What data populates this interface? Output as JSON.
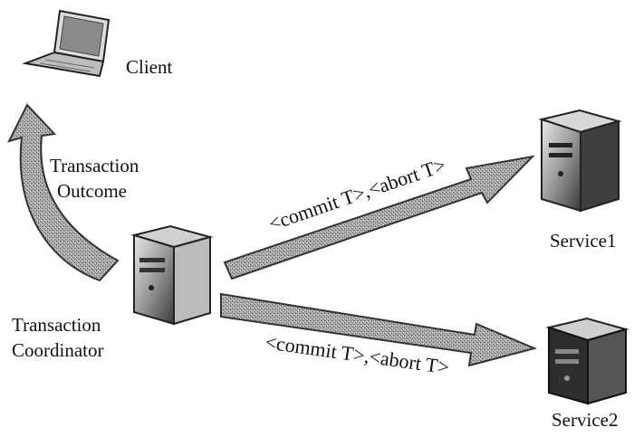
{
  "nodes": {
    "client": {
      "label": "Client",
      "icon": "laptop-icon"
    },
    "coordinator": {
      "label_line1": "Transaction",
      "label_line2": "Coordinator",
      "icon": "server-icon"
    },
    "service1": {
      "label": "Service1",
      "icon": "server-icon"
    },
    "service2": {
      "label": "Service2",
      "icon": "server-icon"
    }
  },
  "edges": {
    "outcome": {
      "label_line1": "Transaction",
      "label_line2": "Outcome"
    },
    "to_service1": {
      "label": "<commit T>,<abort T>"
    },
    "to_service2": {
      "label": "<commit T>,<abort T>"
    }
  },
  "colors": {
    "arrow_fill": "#9a9a9a",
    "arrow_stroke": "#3a3a3a",
    "server_dark": "#4a4a4a",
    "server_light": "#c8c8c8",
    "ink": "#111111"
  }
}
